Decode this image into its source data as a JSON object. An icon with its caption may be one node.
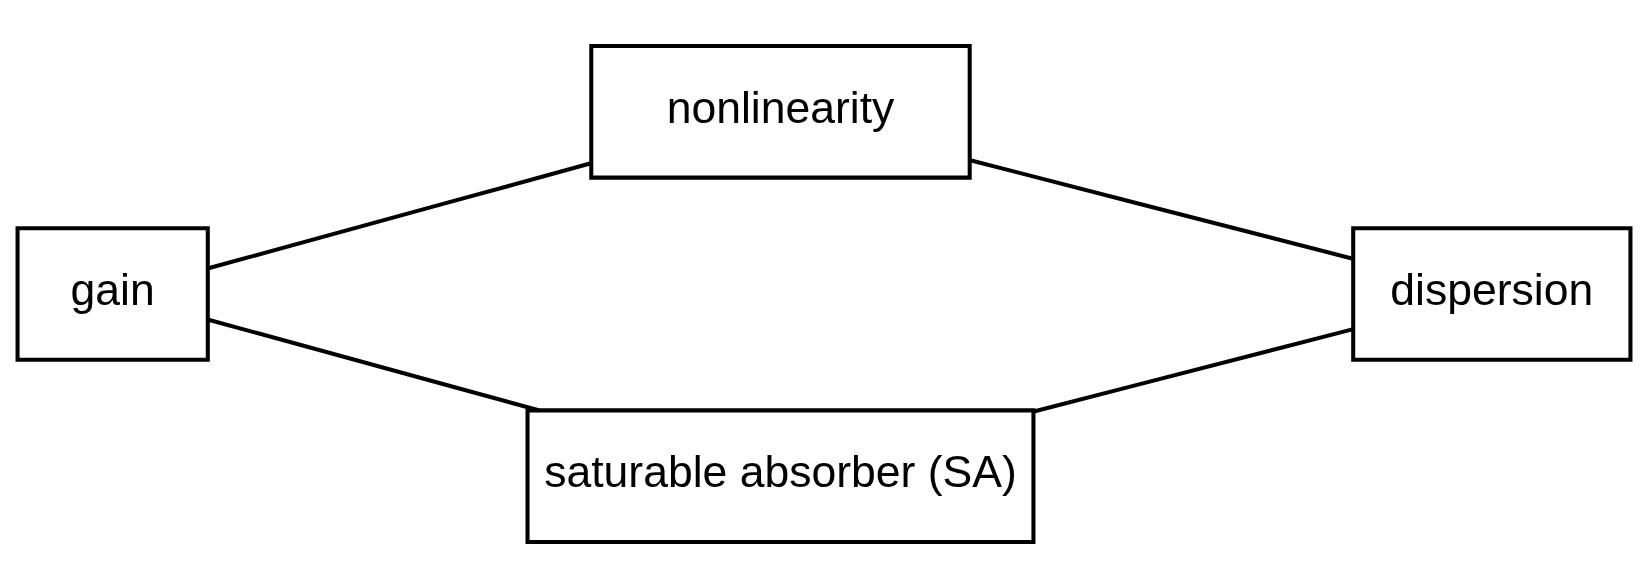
{
  "diagram": {
    "nodes": [
      {
        "text": [
          "nonlinearity"
        ]
      },
      {
        "text": [
          "gain"
        ]
      },
      {
        "text": [
          "dispersion"
        ]
      },
      {
        "text": [
          "saturable absorber (SA)"
        ]
      }
    ],
    "edges": [
      {
        "from": 1,
        "to": 0,
        "arrow": "none"
      },
      {
        "from": 0,
        "to": 2,
        "arrow": "none"
      },
      {
        "from": 1,
        "to": 3,
        "arrow": "none"
      },
      {
        "from": 3,
        "to": 2,
        "arrow": "none"
      }
    ]
  }
}
